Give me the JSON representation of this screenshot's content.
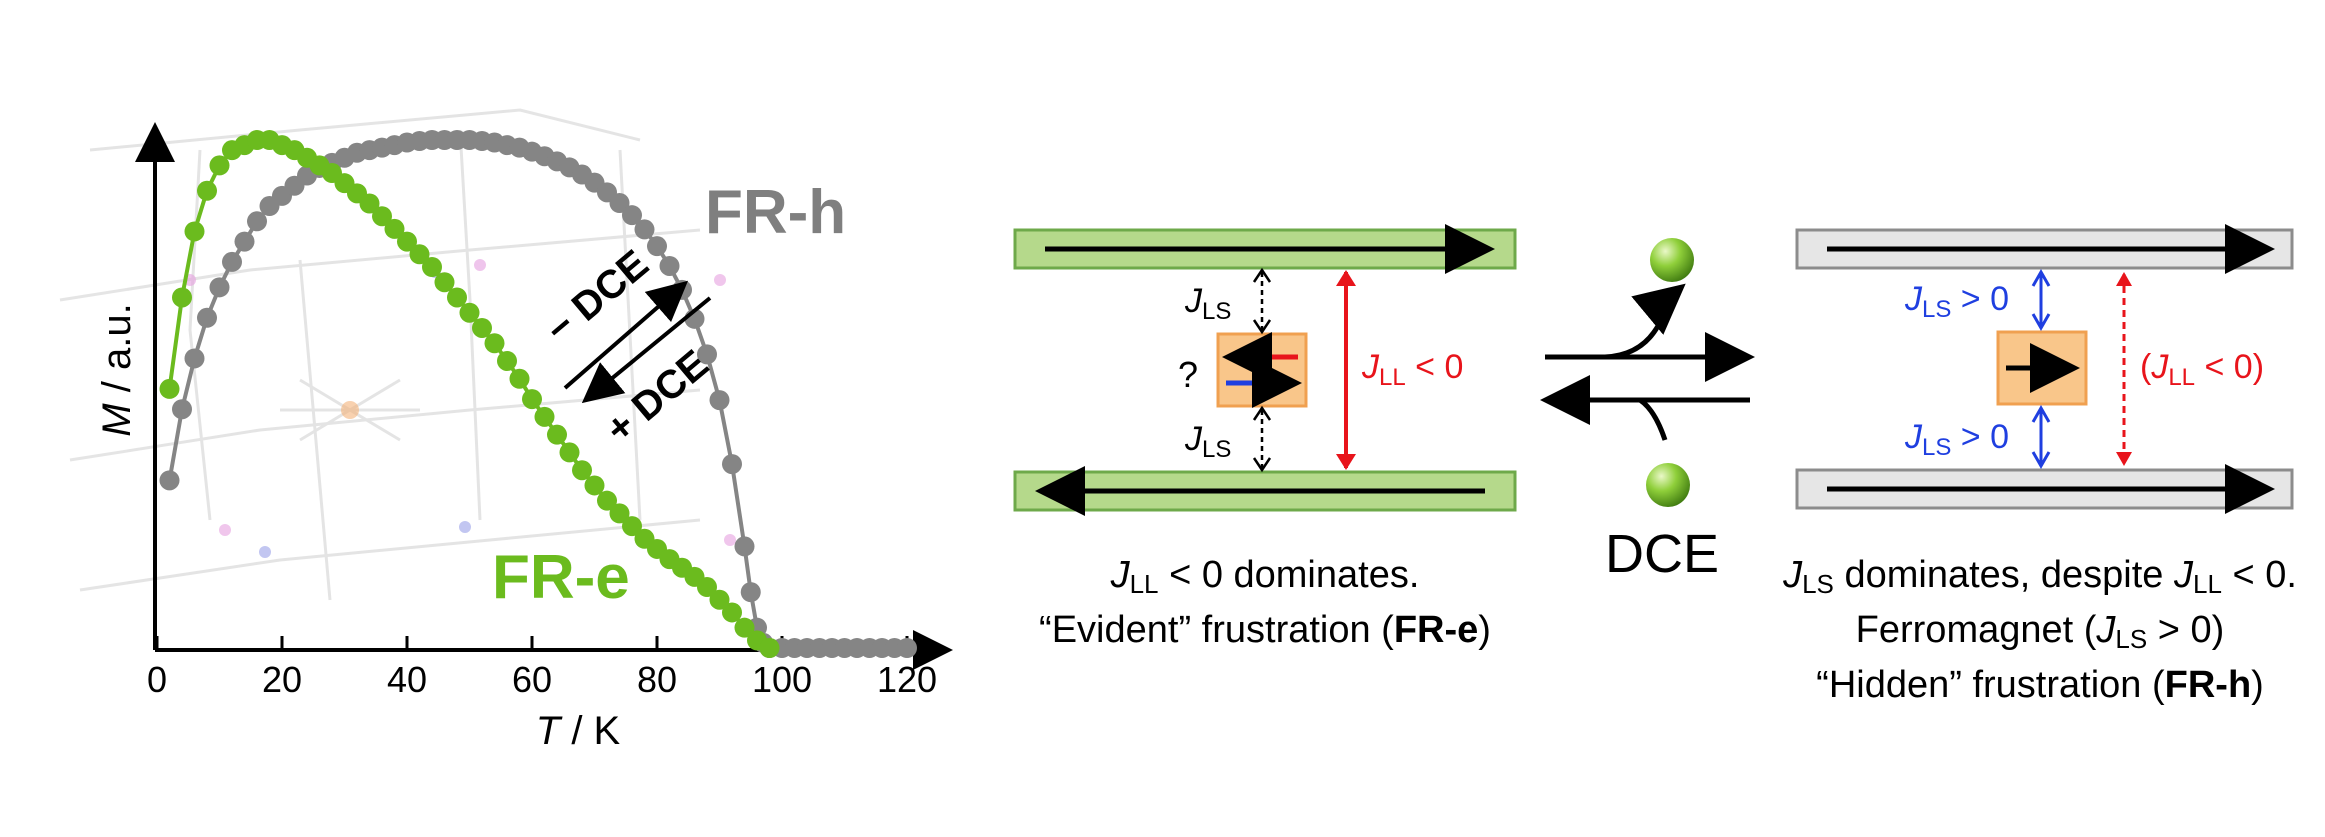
{
  "chart_data": {
    "type": "scatter",
    "xlabel_symbol": "T",
    "xlabel_unit": " / K",
    "ylabel_symbol": "M",
    "ylabel_unit": " / a.u.",
    "xlim": [
      0,
      130
    ],
    "xticks": [
      0,
      20,
      40,
      60,
      80,
      100,
      120
    ],
    "series": [
      {
        "name": "FR-h",
        "color": "#858585",
        "x": [
          2,
          4,
          6,
          8,
          10,
          12,
          14,
          16,
          18,
          20,
          22,
          24,
          26,
          28,
          30,
          32,
          34,
          36,
          38,
          40,
          42,
          44,
          46,
          48,
          50,
          52,
          54,
          56,
          58,
          60,
          62,
          64,
          66,
          68,
          70,
          72,
          74,
          76,
          78,
          80,
          82,
          84,
          86,
          88,
          90,
          92,
          94,
          95,
          96,
          97,
          98,
          100,
          102,
          104,
          106,
          108,
          110,
          112,
          114,
          116,
          118,
          120
        ],
        "y": [
          0.33,
          0.47,
          0.57,
          0.65,
          0.71,
          0.76,
          0.8,
          0.84,
          0.87,
          0.89,
          0.91,
          0.93,
          0.945,
          0.955,
          0.965,
          0.975,
          0.98,
          0.985,
          0.99,
          0.995,
          0.998,
          1.0,
          1.0,
          1.0,
          1.0,
          0.998,
          0.995,
          0.99,
          0.985,
          0.977,
          0.968,
          0.958,
          0.946,
          0.932,
          0.916,
          0.897,
          0.876,
          0.852,
          0.824,
          0.791,
          0.752,
          0.705,
          0.648,
          0.578,
          0.488,
          0.362,
          0.2,
          0.11,
          0.04,
          0.01,
          0.0,
          0.0,
          0.0,
          0.0,
          0.0,
          0.0,
          0.0,
          0.0,
          0.0,
          0.0,
          0.0,
          0.0
        ]
      },
      {
        "name": "FR-e",
        "color": "#6bbb1e",
        "x": [
          2,
          4,
          6,
          8,
          10,
          12,
          14,
          16,
          18,
          20,
          22,
          24,
          26,
          28,
          30,
          32,
          34,
          36,
          38,
          40,
          42,
          44,
          46,
          48,
          50,
          52,
          54,
          56,
          58,
          60,
          62,
          64,
          66,
          68,
          70,
          72,
          74,
          76,
          78,
          80,
          82,
          84,
          86,
          88,
          90,
          92,
          94,
          96,
          98
        ],
        "y": [
          0.51,
          0.69,
          0.82,
          0.9,
          0.95,
          0.98,
          0.99,
          1.0,
          1.0,
          0.99,
          0.98,
          0.965,
          0.95,
          0.935,
          0.915,
          0.895,
          0.875,
          0.85,
          0.825,
          0.8,
          0.775,
          0.75,
          0.72,
          0.69,
          0.66,
          0.63,
          0.6,
          0.565,
          0.53,
          0.49,
          0.455,
          0.42,
          0.385,
          0.35,
          0.32,
          0.29,
          0.265,
          0.24,
          0.215,
          0.195,
          0.175,
          0.158,
          0.14,
          0.12,
          0.095,
          0.07,
          0.04,
          0.015,
          0.0
        ]
      }
    ],
    "annotations": [
      "FR-h",
      "FR-e",
      "− DCE",
      "+ DCE"
    ]
  },
  "scheme": {
    "left_panel": {
      "j_ls_top": "J",
      "j_ls_top_sub": "LS",
      "j_ls_bottom": "J",
      "j_ls_bottom_sub": "LS",
      "j_ll": "J",
      "j_ll_sub": "LL",
      "j_ll_rest": " < 0",
      "question": "?"
    },
    "right_panel": {
      "j_ls_top": "J",
      "j_ls_top_sub": "LS",
      "j_ls_top_rest": " > 0",
      "j_ls_bottom": "J",
      "j_ls_bottom_sub": "LS",
      "j_ls_bottom_rest": " > 0",
      "j_ll_pre": "(",
      "j_ll": "J",
      "j_ll_sub": "LL",
      "j_ll_rest": " < 0)"
    },
    "dce_label": "DCE",
    "caption_left": {
      "l1_j": "J",
      "l1_sub": "LL",
      "l1_rest": " < 0 dominates.",
      "l2_pre": "“Evident” frustration (",
      "l2_bold": "FR-e",
      "l2_post": ")"
    },
    "caption_right": {
      "l1_j1": "J",
      "l1_sub1": "LS",
      "l1_mid": " dominates, despite ",
      "l1_j2": "J",
      "l1_sub2": "LL",
      "l1_rest": " < 0.",
      "l2_pre": "Ferromagnet (",
      "l2_j": "J",
      "l2_sub": "LS",
      "l2_post": " > 0)",
      "l3_pre": "“Hidden” frustration (",
      "l3_bold": "FR-h",
      "l3_post": ")"
    },
    "colors": {
      "green_bar": "#b5d98b",
      "green_bar_border": "#6ea94a",
      "gray_bar": "#e6e6e6",
      "gray_bar_border": "#8c8c8c",
      "orange_box": "#f9c68a",
      "orange_border": "#f0a050",
      "red": "#e8141b",
      "blue": "#1f3fe0"
    }
  }
}
